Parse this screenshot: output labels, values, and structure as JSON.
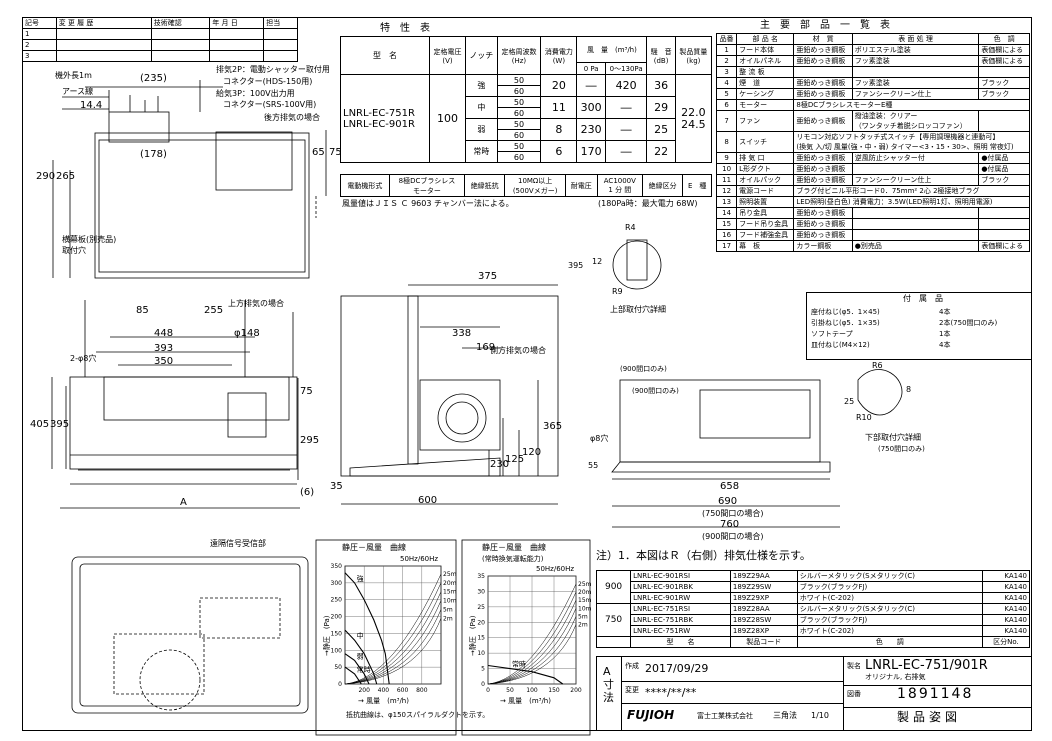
{
  "revision_block": {
    "headers": [
      "記号",
      "変 更 履 歴",
      "技術確認",
      "年 月 日",
      "担当"
    ],
    "rows": [
      "1",
      "2",
      "3"
    ]
  },
  "spec_table": {
    "title": "特　性　表",
    "headers": {
      "model": "型　名",
      "voltage": "定格電圧\n(V)",
      "notch": "ノッチ",
      "freq": "定格周波数\n(Hz)",
      "power": "消費電力\n(W)",
      "airflow": "風　量　(m³/h)",
      "p0": "0 Pa",
      "p130": "0〜130Pa",
      "noise": "騒　音\n(dB)",
      "weight": "製品質量\n(kg)"
    },
    "models": [
      "LNRL-EC-751R",
      "LNRL-EC-901R"
    ],
    "voltage": "100",
    "weights": [
      "22.0",
      "24.5"
    ],
    "rows": [
      {
        "notch": "強",
        "freqs": [
          "50",
          "60"
        ],
        "power": "20",
        "p0": "―",
        "p130": "420",
        "noise": "36"
      },
      {
        "notch": "中",
        "freqs": [
          "50",
          "60"
        ],
        "power": "11",
        "p0": "300",
        "p130": "―",
        "noise": "29"
      },
      {
        "notch": "弱",
        "freqs": [
          "50",
          "60"
        ],
        "power": "8",
        "p0": "230",
        "p130": "―",
        "noise": "25"
      },
      {
        "notch": "常時",
        "freqs": [
          "50",
          "60"
        ],
        "power": "6",
        "p0": "170",
        "p130": "―",
        "noise": "22"
      }
    ],
    "footer": {
      "motor_type_label": "電動機形式",
      "motor_type": "8極DCブラシレス\nモーター",
      "insulation_label": "絶縁抵抗",
      "insulation": "10MΩ以上\n(500Vメガー)",
      "withstand_label": "耐電圧",
      "withstand": "AC1000V\n1 分 間",
      "insul_class_label": "絶縁区分",
      "insul_class": "E　種"
    },
    "note_left": "風量値はＪＩＳ Ｃ 9603 チャンバー法による。",
    "note_right": "(180Pa時：最大電力 68W)"
  },
  "parts_table": {
    "title": "主　要　部　品　一　覧　表",
    "headers": [
      "品番",
      "部 品 名",
      "材　質",
      "表 面 処 理",
      "色　調"
    ],
    "rows": [
      [
        "1",
        "フード本体",
        "亜鉛めっき鋼板",
        "ポリエステル塗装",
        "表価欄による"
      ],
      [
        "2",
        "オイルパネル",
        "亜鉛めっき鋼板",
        "フッ素塗装",
        "表価欄による"
      ],
      [
        "3",
        "整 流 板",
        "",
        "",
        ""
      ],
      [
        "4",
        "煙　道",
        "亜鉛めっき鋼板",
        "フッ素塗装",
        "ブラック"
      ],
      [
        "5",
        "ケーシング",
        "亜鉛めっき鋼板",
        "ファンシークリーン仕上",
        "ブラック"
      ],
      [
        "6",
        "モーター",
        "8極DCブラシレスモーターE種",
        "",
        ""
      ],
      [
        "7",
        "ファン",
        "亜鉛めっき鋼板",
        "撥油塗装：クリアー\n（ワンタッチ着脱シロッコファン）",
        ""
      ],
      [
        "8",
        "スイッチ",
        "リモコン対応ソフトタッチ式スイッチ【専用調理機器と連動可】\n(換気 入/切 風量(強・中・弱) タイマー<3・15・30>、照明 常夜灯)",
        "",
        ""
      ],
      [
        "9",
        "排 気 口",
        "亜鉛めっき鋼板",
        "逆風防止シャッター付",
        "●付属品"
      ],
      [
        "10",
        "L形ダクト",
        "亜鉛めっき鋼板",
        "",
        "●付属品"
      ],
      [
        "11",
        "オイルパック",
        "亜鉛めっき鋼板",
        "ファンシークリーン仕上",
        "ブラック"
      ],
      [
        "12",
        "電源コード",
        "ブラグ付ビニル平形コード0．75mm² 2心 2極接地ブラグ",
        "",
        ""
      ],
      [
        "13",
        "照明装置",
        "LED照明(昼白色) 消費電力：3.5W(LED照明1灯、照明用電源)",
        "",
        ""
      ],
      [
        "14",
        "吊り金具",
        "亜鉛めっき鋼板",
        "",
        ""
      ],
      [
        "15",
        "フード吊り金具",
        "亜鉛めっき鋼板",
        "",
        ""
      ],
      [
        "16",
        "フード補強金具",
        "亜鉛めっき鋼板",
        "",
        ""
      ],
      [
        "17",
        "幕　板",
        "カラー鋼板",
        "●別売品",
        "表価欄による"
      ]
    ]
  },
  "accessories": {
    "title": "付　属　品",
    "items": [
      [
        "座付ねじ(φ5．1×45)",
        "4本"
      ],
      [
        "引掛ねじ(φ5．1×35)",
        "2本(750間口のみ)"
      ],
      [
        "ソフトテープ",
        "1本"
      ],
      [
        "皿付ねじ(M4×12)",
        "4本"
      ]
    ]
  },
  "drawing_labels": {
    "cord_len": "機外長1m",
    "earth": "アース線",
    "dim235": "(235)",
    "dim144": "14.4",
    "exhaust2p": "排気2P：電動シャッター取付用",
    "connector1": "コネクター(HDS-150用)",
    "supply3p": "給気3P：100V出力用",
    "connector2": "コネクター(SRS-100V用)",
    "rear_exhaust": "後方排気の場合",
    "dim178": "(178)",
    "dim290": "290",
    "dim265": "265",
    "dim65": "65",
    "dim75": "75",
    "side_plate": "横幕板(別売品)",
    "mount_hole": "取付穴",
    "top_exhaust": "上方排気の場合",
    "side_exhaust": "側方排気の場合",
    "dim85": "85",
    "dim255": "255",
    "dim448": "448",
    "dim393": "393",
    "dim350": "350",
    "dim148": "φ148",
    "dim2phi8": "2-φ8穴",
    "dim405": "405",
    "dim395": "395",
    "dim295": "295",
    "dim75b": "75",
    "dim6": "(6)",
    "dimA": "A",
    "dim375": "375",
    "dim338": "338",
    "dim169": "169",
    "dim365": "365",
    "dim120": "120",
    "dim125": "125",
    "dim230": "230",
    "dim35": "35",
    "dim600": "600",
    "top_hole": "上部取付穴詳細",
    "top_hole_r4": "R4",
    "top_hole_r9": "R9",
    "dim395b": "395",
    "dim12": "12",
    "w900": "(900間口のみ)",
    "w900b": "(900間口のみ)",
    "dim8": "φ8穴",
    "dim55": "55",
    "dim658": "658",
    "dim690": "690",
    "dim750": "(750間口の場合)",
    "dim760": "760",
    "dim900": "(900間口の場合)",
    "bottom_hole": "下部取付穴詳細",
    "bottom_hole_sub": "(750間口のみ)",
    "r6": "R6",
    "r10": "R10",
    "dim25": "25",
    "dim8b": "8",
    "remote_label": "遠隔信号受信部"
  },
  "chart_data": [
    {
      "type": "line",
      "title": "静圧－風量　曲線",
      "subtitle": "50Hz/60Hz",
      "xlabel": "→ 風量　(m³/h)",
      "ylabel": "→静圧　(Pa)",
      "xlim": [
        0,
        1000
      ],
      "ylim": [
        0,
        350
      ],
      "xticks": [
        200,
        400,
        600,
        800
      ],
      "yticks": [
        0,
        50,
        100,
        150,
        200,
        250,
        300,
        350
      ],
      "duct_labels": [
        "25m",
        "20m",
        "15m",
        "10m",
        "5m",
        "2m"
      ],
      "series": [
        {
          "name": "強",
          "x": [
            0,
            100,
            200,
            300,
            380,
            420,
            460
          ],
          "y": [
            330,
            300,
            250,
            190,
            130,
            90,
            0
          ]
        },
        {
          "name": "中",
          "x": [
            0,
            100,
            200,
            300,
            330
          ],
          "y": [
            160,
            130,
            90,
            30,
            0
          ]
        },
        {
          "name": "弱",
          "x": [
            0,
            100,
            200,
            250
          ],
          "y": [
            90,
            70,
            30,
            0
          ]
        },
        {
          "name": "常時",
          "x": [
            0,
            100,
            170
          ],
          "y": [
            50,
            30,
            0
          ]
        }
      ]
    },
    {
      "type": "line",
      "title": "静圧－風量　曲線",
      "subtitle": "(常時換気運転能力)",
      "subtitle2": "50Hz/60Hz",
      "xlabel": "→ 風量　(m³/h)",
      "ylabel": "→静圧　(Pa)",
      "xlim": [
        0,
        200
      ],
      "ylim": [
        0,
        35
      ],
      "xticks": [
        0,
        50,
        100,
        150,
        200
      ],
      "yticks": [
        0,
        5,
        10,
        15,
        20,
        25,
        30,
        35
      ],
      "duct_labels": [
        "25m",
        "20m",
        "15m",
        "10m",
        "5m",
        "2m"
      ],
      "series": [
        {
          "name": "常時",
          "x": [
            0,
            50,
            100,
            150,
            170
          ],
          "y": [
            6,
            5,
            4,
            2,
            0
          ]
        }
      ]
    }
  ],
  "chart_note": "抵抗曲線は、φ150スパイラルダクトを示す。",
  "note": "注）1．本図はＲ（右側）排気仕様を示す。",
  "model_table": {
    "rows": [
      [
        "900",
        "LNRL-EC-901RSI",
        "189Z29AA",
        "シルバーメタリック(Sメタリック(C)",
        "KA140"
      ],
      [
        "",
        "LNRL-EC-901RBK",
        "189Z29SW",
        "ブラック(ブラックFJ)",
        "KA140"
      ],
      [
        "",
        "LNRL-EC-901RW",
        "189Z29XP",
        "ホワイト(C-202)",
        "KA140"
      ],
      [
        "750",
        "LNRL-EC-751RSI",
        "189Z28AA",
        "シルバーメタリック(Sメタリック(C)",
        "KA140"
      ],
      [
        "",
        "LNRL-EC-751RBK",
        "189Z28SW",
        "ブラック(ブラックFJ)",
        "KA140"
      ],
      [
        "",
        "LNRL-EC-751RW",
        "189Z28XP",
        "ホワイト(C-202)",
        "KA140"
      ]
    ],
    "footer": [
      "型　　名",
      "製品コード",
      "色　　調",
      "区分No."
    ]
  },
  "title_block": {
    "size_label": "A 寸 法",
    "made_label": "作成",
    "date": "2017/09/29",
    "change_label": "変更",
    "change_value": "****/**/**",
    "logo": "FUJIOH",
    "company": "富士工業株式会社",
    "projection": "三角法",
    "scale": "1/10",
    "name_label": "製名",
    "product": "LNRL-EC-751/901R",
    "product_sub": "オリジナル, 右排気",
    "number_label": "図番",
    "number": "1891148",
    "doc_label": "製品姿図"
  }
}
